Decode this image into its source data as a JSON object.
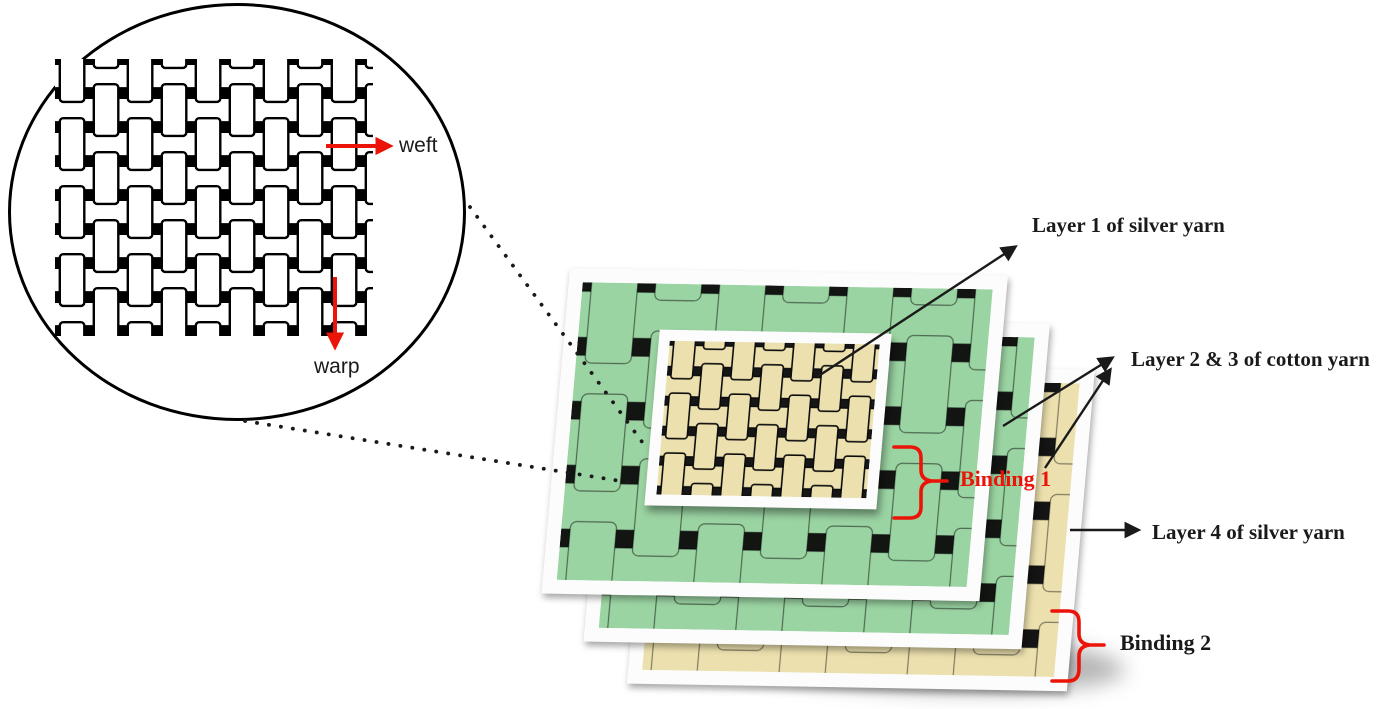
{
  "inset": {
    "weft_label": "weft",
    "warp_label": "warp"
  },
  "labels": {
    "layer1": "Layer 1 of silver yarn",
    "layer23": "Layer 2 & 3 of cotton yarn",
    "layer4": "Layer 4 of silver yarn",
    "binding1": "Binding 1",
    "binding2": "Binding 2"
  },
  "colors": {
    "annotation_red": "#ea1508",
    "label_black": "#1a1a1a",
    "cotton_green": "#9bd4a3",
    "silver_cream": "#ece0ae",
    "inset_yarn_white": "#ffffff",
    "yarn_gap_black": "#131513",
    "sheet_white": "#fcfcfc"
  }
}
